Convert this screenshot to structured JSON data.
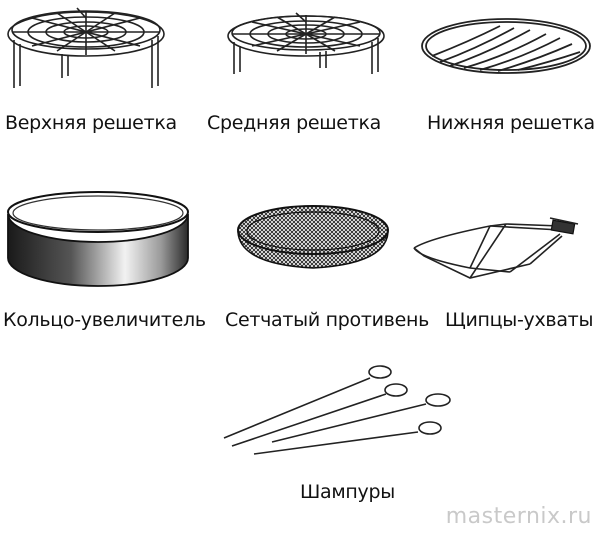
{
  "items": [
    {
      "id": "top-rack",
      "label": "Верхняя решетка"
    },
    {
      "id": "middle-rack",
      "label": "Средняя решетка"
    },
    {
      "id": "bottom-rack",
      "label": "Нижняя решетка"
    },
    {
      "id": "extender-ring",
      "label": "Кольцо-увеличитель"
    },
    {
      "id": "mesh-tray",
      "label": "Сетчатый противень"
    },
    {
      "id": "tongs",
      "label": "Щипцы-ухваты"
    },
    {
      "id": "skewers",
      "label": "Шампуры"
    }
  ],
  "watermark": "masternix.ru",
  "colors": {
    "line": "#222222",
    "watermark": "#c9c9c9"
  }
}
